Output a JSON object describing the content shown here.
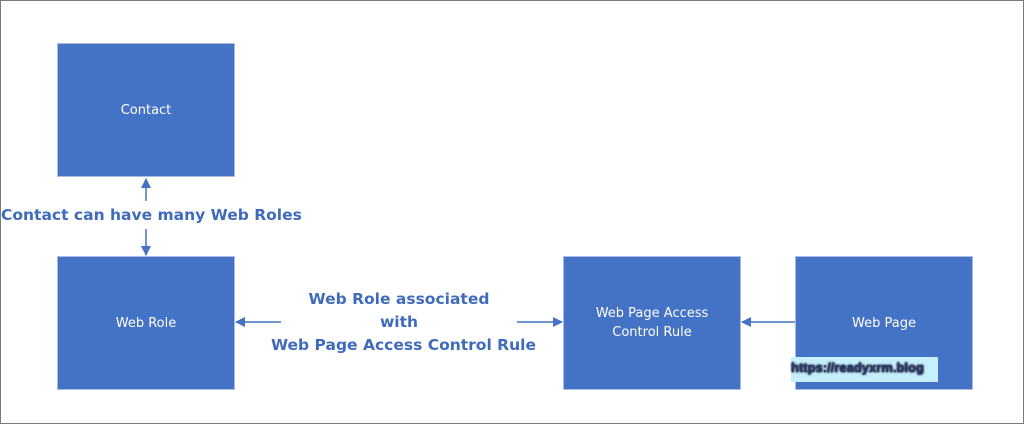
{
  "diagram": {
    "nodes": {
      "contact": "Contact",
      "web_role": "Web Role",
      "access_rule": "Web Page Access Control Rule",
      "web_page": "Web Page"
    },
    "edges": {
      "contact_webrole": "Contact can have many Web Roles",
      "webrole_rule_line1": "Web Role associated",
      "webrole_rule_line2": "with",
      "webrole_rule_line3": "Web Page Access Control Rule"
    },
    "colors": {
      "box": "#4472c4",
      "label": "#3f6bbd",
      "arrow": "#4472c4"
    }
  },
  "watermark": "https://readyxrm.blog"
}
